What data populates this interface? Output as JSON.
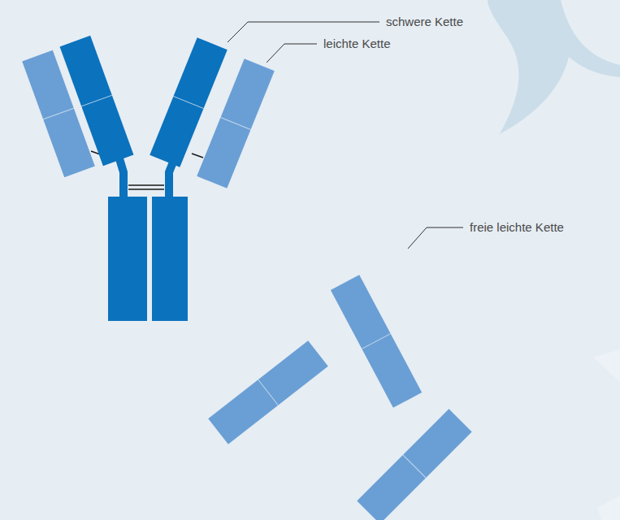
{
  "diagram": {
    "labels": [
      "schwere Kette",
      "leichte Kette",
      "freie leichte Kette"
    ]
  }
}
